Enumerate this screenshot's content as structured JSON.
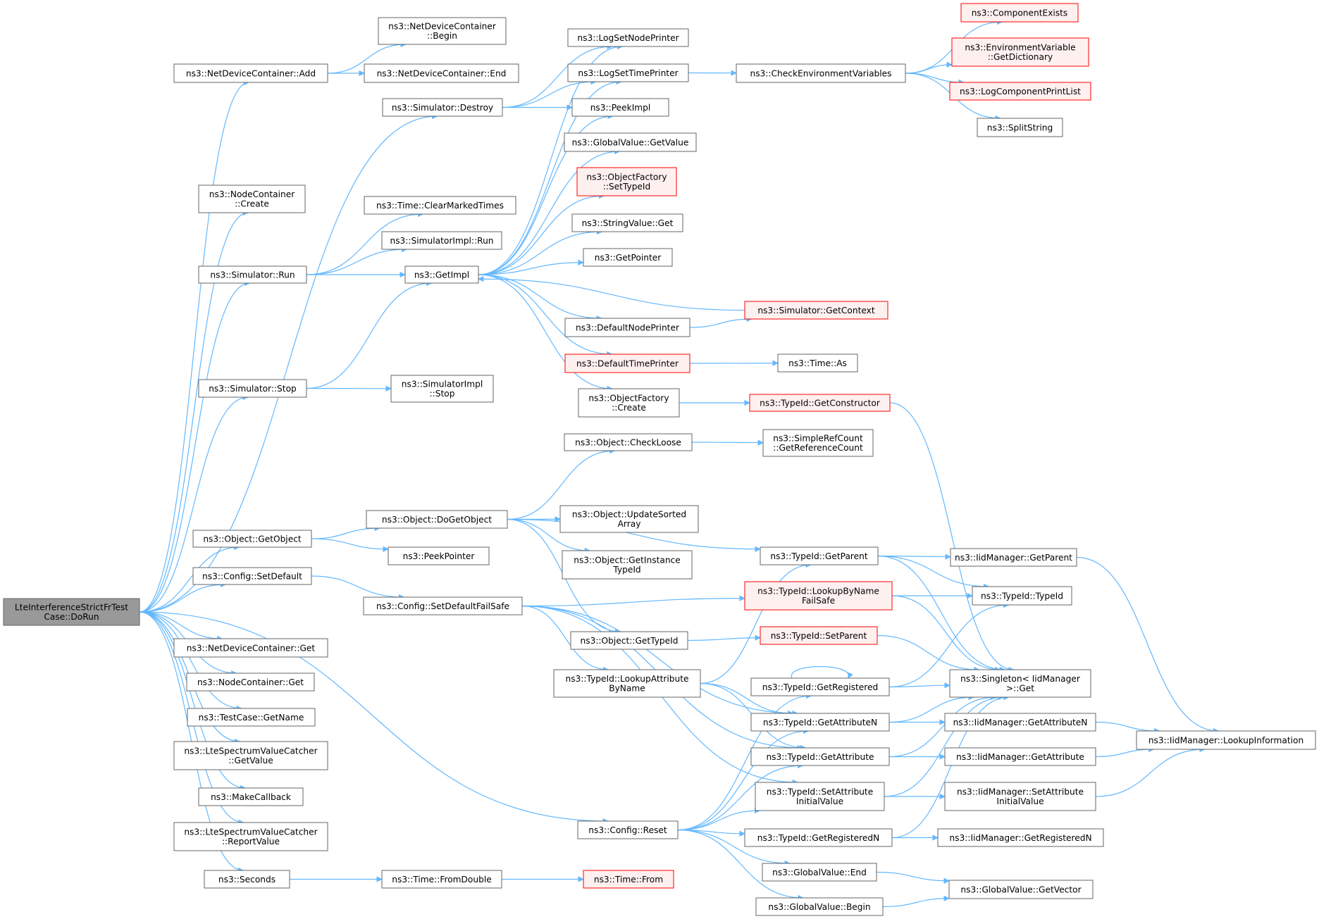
{
  "colors": {
    "edge": "#63b8ff",
    "node_border": "#666666",
    "node_fill": "#ffffff",
    "undocumented_border": "#ff0000",
    "undocumented_fill": "#fff0f0",
    "root_fill": "#999999"
  },
  "nodes": [
    {
      "id": "root",
      "lines": [
        "LteInterferenceStrictFrTest",
        "Case::DoRun"
      ],
      "style": "root"
    },
    {
      "id": "ndc_add",
      "lines": [
        "ns3::NetDeviceContainer::Add"
      ],
      "style": "normal"
    },
    {
      "id": "ndc_begin",
      "lines": [
        "ns3::NetDeviceContainer",
        "::Begin"
      ],
      "style": "normal"
    },
    {
      "id": "ndc_end",
      "lines": [
        "ns3::NetDeviceContainer::End"
      ],
      "style": "normal"
    },
    {
      "id": "sim_destroy",
      "lines": [
        "ns3::Simulator::Destroy"
      ],
      "style": "normal"
    },
    {
      "id": "nc_create",
      "lines": [
        "ns3::NodeContainer",
        "::Create"
      ],
      "style": "normal"
    },
    {
      "id": "time_clear",
      "lines": [
        "ns3::Time::ClearMarkedTimes"
      ],
      "style": "normal"
    },
    {
      "id": "simimpl_run",
      "lines": [
        "ns3::SimulatorImpl::Run"
      ],
      "style": "normal"
    },
    {
      "id": "sim_run",
      "lines": [
        "ns3::Simulator::Run"
      ],
      "style": "normal"
    },
    {
      "id": "getimpl",
      "lines": [
        "ns3::GetImpl"
      ],
      "style": "normal"
    },
    {
      "id": "sim_stop",
      "lines": [
        "ns3::Simulator::Stop"
      ],
      "style": "normal"
    },
    {
      "id": "simimpl_stop",
      "lines": [
        "ns3::SimulatorImpl",
        "::Stop"
      ],
      "style": "normal"
    },
    {
      "id": "log_node_printer",
      "lines": [
        "ns3::LogSetNodePrinter"
      ],
      "style": "normal"
    },
    {
      "id": "log_time_printer",
      "lines": [
        "ns3::LogSetTimePrinter"
      ],
      "style": "normal"
    },
    {
      "id": "peekimpl",
      "lines": [
        "ns3::PeekImpl"
      ],
      "style": "normal"
    },
    {
      "id": "gv_getvalue",
      "lines": [
        "ns3::GlobalValue::GetValue"
      ],
      "style": "normal"
    },
    {
      "id": "of_settypeid",
      "lines": [
        "ns3::ObjectFactory",
        "::SetTypeId"
      ],
      "style": "red"
    },
    {
      "id": "stringvalue_get",
      "lines": [
        "ns3::StringValue::Get"
      ],
      "style": "normal"
    },
    {
      "id": "getpointer",
      "lines": [
        "ns3::GetPointer"
      ],
      "style": "normal"
    },
    {
      "id": "default_node_printer",
      "lines": [
        "ns3::DefaultNodePrinter"
      ],
      "style": "normal"
    },
    {
      "id": "default_time_printer",
      "lines": [
        "ns3::DefaultTimePrinter"
      ],
      "style": "red"
    },
    {
      "id": "of_create",
      "lines": [
        "ns3::ObjectFactory",
        "::Create"
      ],
      "style": "normal"
    },
    {
      "id": "check_env",
      "lines": [
        "ns3::CheckEnvironmentVariables"
      ],
      "style": "normal"
    },
    {
      "id": "component_exists",
      "lines": [
        "ns3::ComponentExists"
      ],
      "style": "red"
    },
    {
      "id": "env_getdict",
      "lines": [
        "ns3::EnvironmentVariable",
        "::GetDictionary"
      ],
      "style": "red"
    },
    {
      "id": "log_print_list",
      "lines": [
        "ns3::LogComponentPrintList"
      ],
      "style": "red"
    },
    {
      "id": "split_string",
      "lines": [
        "ns3::SplitString"
      ],
      "style": "normal"
    },
    {
      "id": "sim_getcontext",
      "lines": [
        "ns3::Simulator::GetContext"
      ],
      "style": "red"
    },
    {
      "id": "time_as",
      "lines": [
        "ns3::Time::As"
      ],
      "style": "normal"
    },
    {
      "id": "typeid_getconstructor",
      "lines": [
        "ns3::TypeId::GetConstructor"
      ],
      "style": "red"
    },
    {
      "id": "obj_checkloose",
      "lines": [
        "ns3::Object::CheckLoose"
      ],
      "style": "normal"
    },
    {
      "id": "simplerefcount",
      "lines": [
        "ns3::SimpleRefCount",
        "::GetReferenceCount"
      ],
      "style": "normal"
    },
    {
      "id": "obj_getobject",
      "lines": [
        "ns3::Object::GetObject"
      ],
      "style": "normal"
    },
    {
      "id": "obj_dogetobject",
      "lines": [
        "ns3::Object::DoGetObject"
      ],
      "style": "normal"
    },
    {
      "id": "obj_updatesorted",
      "lines": [
        "ns3::Object::UpdateSorted",
        "Array"
      ],
      "style": "normal"
    },
    {
      "id": "peekpointer",
      "lines": [
        "ns3::PeekPointer"
      ],
      "style": "normal"
    },
    {
      "id": "obj_getinstancetypeid",
      "lines": [
        "ns3::Object::GetInstance",
        "TypeId"
      ],
      "style": "normal"
    },
    {
      "id": "config_setdefault",
      "lines": [
        "ns3::Config::SetDefault"
      ],
      "style": "normal"
    },
    {
      "id": "config_setdefaultfailsafe",
      "lines": [
        "ns3::Config::SetDefaultFailSafe"
      ],
      "style": "normal"
    },
    {
      "id": "typeid_getparent",
      "lines": [
        "ns3::TypeId::GetParent"
      ],
      "style": "normal"
    },
    {
      "id": "iid_getparent",
      "lines": [
        "ns3::IidManager::GetParent"
      ],
      "style": "normal"
    },
    {
      "id": "typeid_lookupbyname",
      "lines": [
        "ns3::TypeId::LookupByName",
        "FailSafe"
      ],
      "style": "red"
    },
    {
      "id": "typeid_typeid",
      "lines": [
        "ns3::TypeId::TypeId"
      ],
      "style": "normal"
    },
    {
      "id": "obj_gettypeid",
      "lines": [
        "ns3::Object::GetTypeId"
      ],
      "style": "normal"
    },
    {
      "id": "typeid_setparent",
      "lines": [
        "ns3::TypeId::SetParent"
      ],
      "style": "red"
    },
    {
      "id": "typeid_lookupattr",
      "lines": [
        "ns3::TypeId::LookupAttribute",
        "ByName"
      ],
      "style": "normal"
    },
    {
      "id": "typeid_getregistered",
      "lines": [
        "ns3::TypeId::GetRegistered"
      ],
      "style": "normal"
    },
    {
      "id": "singleton_get",
      "lines": [
        "ns3::Singleton< IidManager",
        " >::Get"
      ],
      "style": "normal"
    },
    {
      "id": "typeid_getattributen",
      "lines": [
        "ns3::TypeId::GetAttributeN"
      ],
      "style": "normal"
    },
    {
      "id": "iid_getattributen",
      "lines": [
        "ns3::IidManager::GetAttributeN"
      ],
      "style": "normal"
    },
    {
      "id": "iid_lookupinfo",
      "lines": [
        "ns3::IidManager::LookupInformation"
      ],
      "style": "normal"
    },
    {
      "id": "typeid_getattribute",
      "lines": [
        "ns3::TypeId::GetAttribute"
      ],
      "style": "normal"
    },
    {
      "id": "iid_getattribute",
      "lines": [
        "ns3::IidManager::GetAttribute"
      ],
      "style": "normal"
    },
    {
      "id": "typeid_setattrinit",
      "lines": [
        "ns3::TypeId::SetAttribute",
        "InitialValue"
      ],
      "style": "normal"
    },
    {
      "id": "iid_setattrinit",
      "lines": [
        "ns3::IidManager::SetAttribute",
        "InitialValue"
      ],
      "style": "normal"
    },
    {
      "id": "config_reset",
      "lines": [
        "ns3::Config::Reset"
      ],
      "style": "normal"
    },
    {
      "id": "typeid_getregisteredn",
      "lines": [
        "ns3::TypeId::GetRegisteredN"
      ],
      "style": "normal"
    },
    {
      "id": "iid_getregisteredn",
      "lines": [
        "ns3::IidManager::GetRegisteredN"
      ],
      "style": "normal"
    },
    {
      "id": "gv_end",
      "lines": [
        "ns3::GlobalValue::End"
      ],
      "style": "normal"
    },
    {
      "id": "gv_getvector",
      "lines": [
        "ns3::GlobalValue::GetVector"
      ],
      "style": "normal"
    },
    {
      "id": "gv_begin",
      "lines": [
        "ns3::GlobalValue::Begin"
      ],
      "style": "normal"
    },
    {
      "id": "ndc_get",
      "lines": [
        "ns3::NetDeviceContainer::Get"
      ],
      "style": "normal"
    },
    {
      "id": "nc_get",
      "lines": [
        "ns3::NodeContainer::Get"
      ],
      "style": "normal"
    },
    {
      "id": "testcase_getname",
      "lines": [
        "ns3::TestCase::GetName"
      ],
      "style": "normal"
    },
    {
      "id": "ltesvc_getvalue",
      "lines": [
        "ns3::LteSpectrumValueCatcher",
        "::GetValue"
      ],
      "style": "normal"
    },
    {
      "id": "makecallback",
      "lines": [
        "ns3::MakeCallback"
      ],
      "style": "normal"
    },
    {
      "id": "ltesvc_reportvalue",
      "lines": [
        "ns3::LteSpectrumValueCatcher",
        "::ReportValue"
      ],
      "style": "normal"
    },
    {
      "id": "seconds",
      "lines": [
        "ns3::Seconds"
      ],
      "style": "normal"
    },
    {
      "id": "time_fromdouble",
      "lines": [
        "ns3::Time::FromDouble"
      ],
      "style": "normal"
    },
    {
      "id": "time_from",
      "lines": [
        "ns3::Time::From"
      ],
      "style": "red"
    }
  ],
  "edges": [
    [
      "root",
      "ndc_add"
    ],
    [
      "root",
      "sim_destroy"
    ],
    [
      "root",
      "nc_create"
    ],
    [
      "root",
      "sim_run"
    ],
    [
      "root",
      "sim_stop"
    ],
    [
      "root",
      "obj_getobject"
    ],
    [
      "root",
      "config_setdefault"
    ],
    [
      "root",
      "config_reset"
    ],
    [
      "root",
      "ndc_get"
    ],
    [
      "root",
      "nc_get"
    ],
    [
      "root",
      "testcase_getname"
    ],
    [
      "root",
      "ltesvc_getvalue"
    ],
    [
      "root",
      "makecallback"
    ],
    [
      "root",
      "ltesvc_reportvalue"
    ],
    [
      "root",
      "seconds"
    ],
    [
      "ndc_add",
      "ndc_begin"
    ],
    [
      "ndc_add",
      "ndc_end"
    ],
    [
      "sim_destroy",
      "log_node_printer"
    ],
    [
      "sim_destroy",
      "log_time_printer"
    ],
    [
      "sim_destroy",
      "peekimpl"
    ],
    [
      "sim_run",
      "time_clear"
    ],
    [
      "sim_run",
      "simimpl_run"
    ],
    [
      "sim_run",
      "getimpl"
    ],
    [
      "sim_stop",
      "getimpl"
    ],
    [
      "sim_stop",
      "simimpl_stop"
    ],
    [
      "getimpl",
      "log_node_printer"
    ],
    [
      "getimpl",
      "log_time_printer"
    ],
    [
      "getimpl",
      "peekimpl"
    ],
    [
      "getimpl",
      "gv_getvalue"
    ],
    [
      "getimpl",
      "of_settypeid"
    ],
    [
      "getimpl",
      "stringvalue_get"
    ],
    [
      "getimpl",
      "getpointer"
    ],
    [
      "getimpl",
      "default_node_printer"
    ],
    [
      "getimpl",
      "default_time_printer"
    ],
    [
      "getimpl",
      "of_create"
    ],
    [
      "log_time_printer",
      "check_env"
    ],
    [
      "check_env",
      "component_exists"
    ],
    [
      "check_env",
      "env_getdict"
    ],
    [
      "check_env",
      "log_print_list"
    ],
    [
      "check_env",
      "split_string"
    ],
    [
      "default_node_printer",
      "sim_getcontext"
    ],
    [
      "sim_getcontext",
      "getimpl"
    ],
    [
      "default_time_printer",
      "time_as"
    ],
    [
      "of_create",
      "typeid_getconstructor"
    ],
    [
      "typeid_getconstructor",
      "singleton_get"
    ],
    [
      "obj_checkloose",
      "simplerefcount"
    ],
    [
      "obj_getobject",
      "obj_dogetobject"
    ],
    [
      "obj_getobject",
      "peekpointer"
    ],
    [
      "obj_dogetobject",
      "obj_checkloose"
    ],
    [
      "obj_dogetobject",
      "obj_updatesorted"
    ],
    [
      "obj_dogetobject",
      "obj_getinstancetypeid"
    ],
    [
      "obj_dogetobject",
      "obj_gettypeid"
    ],
    [
      "obj_dogetobject",
      "typeid_getparent"
    ],
    [
      "config_setdefault",
      "config_setdefaultfailsafe"
    ],
    [
      "config_setdefaultfailsafe",
      "typeid_lookupbyname"
    ],
    [
      "config_setdefaultfailsafe",
      "typeid_lookupattr"
    ],
    [
      "config_setdefaultfailsafe",
      "typeid_getattributen"
    ],
    [
      "config_setdefaultfailsafe",
      "typeid_getattribute"
    ],
    [
      "config_setdefaultfailsafe",
      "typeid_setattrinit"
    ],
    [
      "typeid_getparent",
      "iid_getparent"
    ],
    [
      "typeid_getparent",
      "typeid_typeid"
    ],
    [
      "typeid_getparent",
      "singleton_get"
    ],
    [
      "iid_getparent",
      "iid_lookupinfo"
    ],
    [
      "typeid_lookupbyname",
      "typeid_typeid"
    ],
    [
      "typeid_lookupbyname",
      "singleton_get"
    ],
    [
      "obj_gettypeid",
      "typeid_setparent"
    ],
    [
      "typeid_setparent",
      "singleton_get"
    ],
    [
      "typeid_lookupattr",
      "typeid_getparent"
    ],
    [
      "typeid_lookupattr",
      "typeid_getattributen"
    ],
    [
      "typeid_lookupattr",
      "typeid_getattribute"
    ],
    [
      "typeid_getregistered",
      "typeid_getregistered"
    ],
    [
      "typeid_getregistered",
      "typeid_typeid"
    ],
    [
      "typeid_getregistered",
      "singleton_get"
    ],
    [
      "typeid_getattributen",
      "iid_getattributen"
    ],
    [
      "typeid_getattributen",
      "singleton_get"
    ],
    [
      "iid_getattributen",
      "iid_lookupinfo"
    ],
    [
      "typeid_getattribute",
      "iid_getattribute"
    ],
    [
      "typeid_getattribute",
      "singleton_get"
    ],
    [
      "iid_getattribute",
      "iid_lookupinfo"
    ],
    [
      "typeid_setattrinit",
      "iid_setattrinit"
    ],
    [
      "typeid_setattrinit",
      "singleton_get"
    ],
    [
      "iid_setattrinit",
      "iid_lookupinfo"
    ],
    [
      "config_reset",
      "typeid_getregistered"
    ],
    [
      "config_reset",
      "typeid_getattributen"
    ],
    [
      "config_reset",
      "typeid_getattribute"
    ],
    [
      "config_reset",
      "typeid_setattrinit"
    ],
    [
      "config_reset",
      "typeid_getregisteredn"
    ],
    [
      "config_reset",
      "gv_end"
    ],
    [
      "config_reset",
      "gv_begin"
    ],
    [
      "typeid_getregisteredn",
      "iid_getregisteredn"
    ],
    [
      "typeid_getregisteredn",
      "singleton_get"
    ],
    [
      "gv_end",
      "gv_getvector"
    ],
    [
      "gv_begin",
      "gv_getvector"
    ],
    [
      "seconds",
      "time_fromdouble"
    ],
    [
      "time_fromdouble",
      "time_from"
    ]
  ]
}
